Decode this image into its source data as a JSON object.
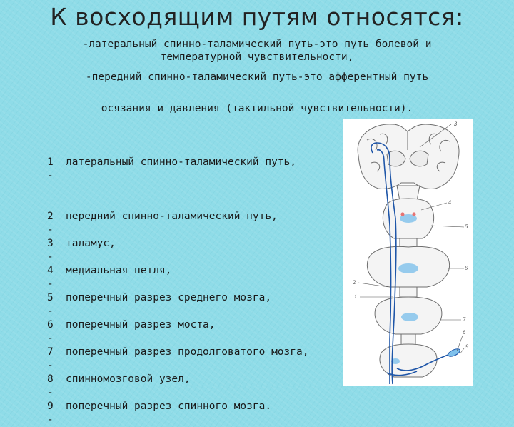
{
  "title": "К восходящим путям относятся:",
  "intro": [
    "-латеральный спинно-таламический путь-это путь болевой и",
    "температурной чувствительности,",
    "-передний спинно-таламический путь-это афферентный путь",
    "осязания и давления (тактильной чувствительности)."
  ],
  "legend": [
    {
      "num": "1 -",
      "text": "латеральный спинно-таламический путь,"
    },
    {
      "num": "2 -",
      "text": "передний спинно-таламический путь,"
    },
    {
      "num": "3 -",
      "text": "таламус,"
    },
    {
      "num": "4 -",
      "text": "медиальная петля,"
    },
    {
      "num": "5 -",
      "text": "поперечный разрез среднего мозга,"
    },
    {
      "num": "6 -",
      "text": "поперечный разрез моста,"
    },
    {
      "num": "7 -",
      "text": "поперечный разрез продолговатого мозга,"
    },
    {
      "num": "8 -",
      "text": "спинномозговой узел,"
    },
    {
      "num": "9 -",
      "text": "поперечный разрез спинного мозга."
    }
  ],
  "figure": {
    "numbers": [
      "3",
      "4",
      "5",
      "6",
      "2",
      "1",
      "7",
      "8",
      "9"
    ],
    "colors": {
      "pathway": "#1f56a8",
      "highlight": "#7fc1ec",
      "nucleus": "#e57373",
      "outline": "#6e6e6e",
      "fill": "#f4f4f4"
    }
  }
}
